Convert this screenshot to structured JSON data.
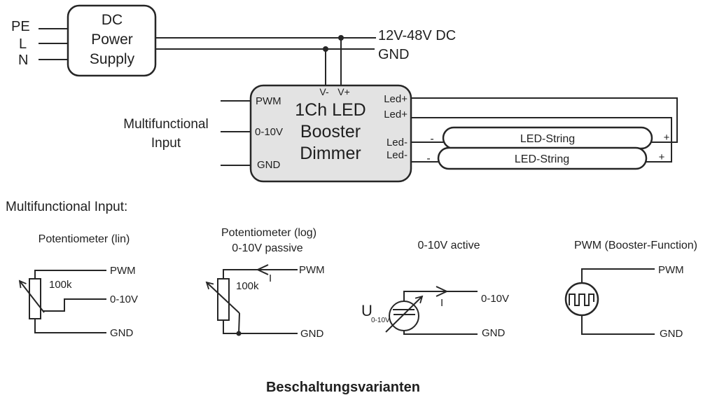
{
  "top": {
    "mains": {
      "pe": "PE",
      "l": "L",
      "n": "N"
    },
    "psu": {
      "line1": "DC",
      "line2": "Power",
      "line3": "Supply"
    },
    "bus": {
      "plus": "12V-48V DC",
      "gnd": "GND"
    },
    "dimmer": {
      "vminus": "V-",
      "vplus": "V+",
      "pwm": "PWM",
      "analog": "0-10V",
      "gnd": "GND",
      "title1": "1Ch LED",
      "title2": "Booster",
      "title3": "Dimmer",
      "led_plus_1": "Led+",
      "led_plus_2": "Led+",
      "led_minus_1": "Led-",
      "led_minus_2": "Led-"
    },
    "input_label": {
      "line1": "Multifunctional",
      "line2": "Input"
    },
    "strings": [
      {
        "label": "LED-String",
        "plus": "+",
        "minus": "-"
      },
      {
        "label": "LED-String",
        "plus": "+",
        "minus": "-"
      }
    ]
  },
  "bottom": {
    "header": "Multifunctional Input:",
    "variants": [
      {
        "title1": "Potentiometer (lin)",
        "value": "100k",
        "pwm": "PWM",
        "analog": "0-10V",
        "gnd": "GND"
      },
      {
        "title1": "Potentiometer (log)",
        "title2": "0-10V passive",
        "value": "100k",
        "current": "I",
        "pwm": "PWM",
        "gnd": "GND"
      },
      {
        "title1": "0-10V active",
        "u": "U",
        "u_sub": "0-10V",
        "current": "I",
        "analog": "0-10V",
        "gnd": "GND"
      },
      {
        "title1": "PWM (Booster-Function)",
        "pwm": "PWM",
        "gnd": "GND"
      }
    ],
    "caption": "Beschaltungsvarianten"
  },
  "colors": {
    "line": "#262626",
    "dimmer_fill": "#e3e3e3",
    "background": "#ffffff"
  }
}
